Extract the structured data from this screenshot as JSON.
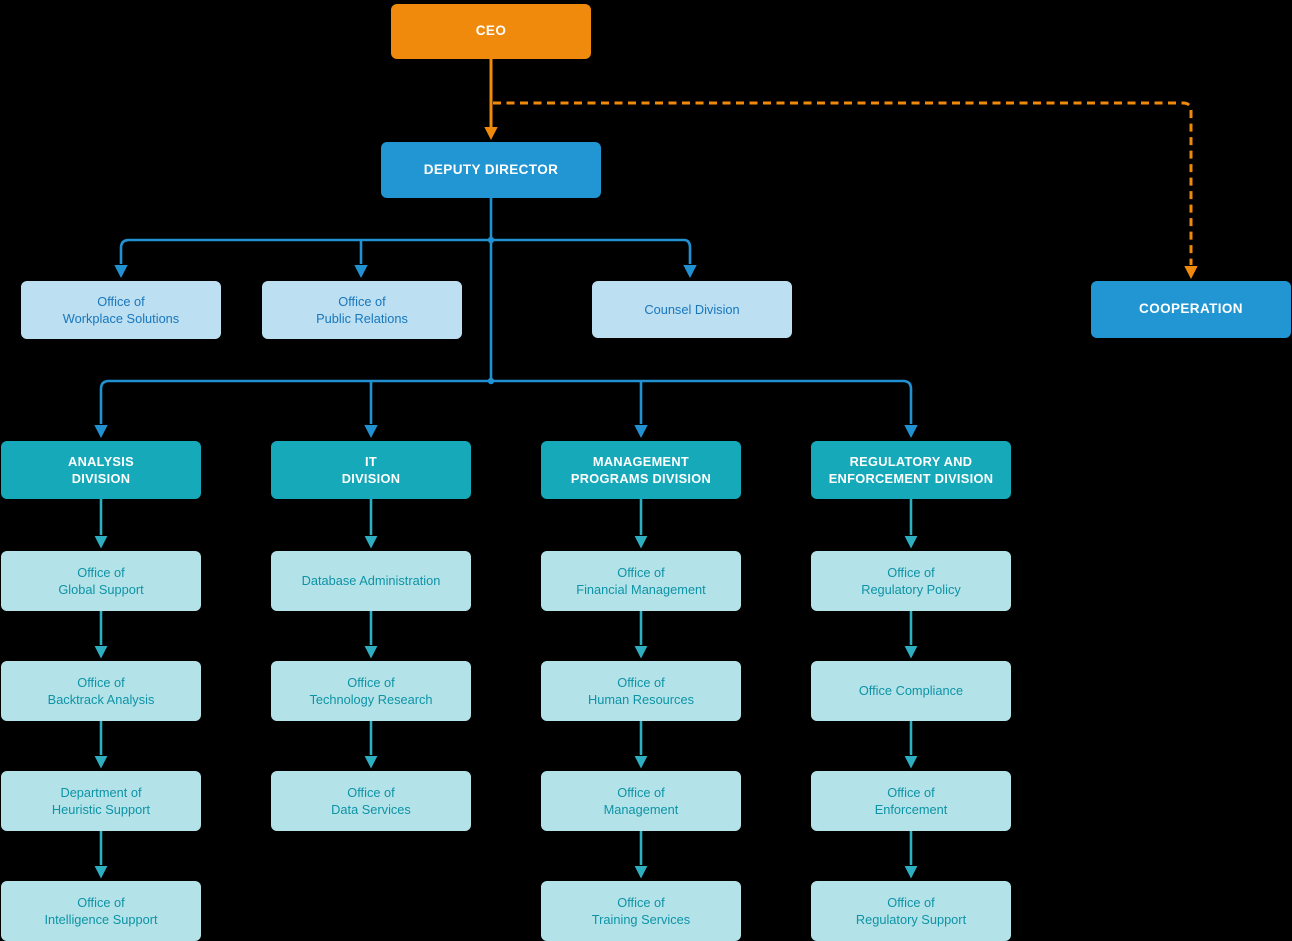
{
  "colors": {
    "background": "#000000",
    "ceo_orange": "#F08A0C",
    "executive_blue": "#2196D3",
    "staff_light_blue": "#BCDFF1",
    "staff_text_blue": "#1877BD",
    "division_teal": "#15A9BA",
    "office_light_teal": "#B3E3E8",
    "office_text_teal": "#0E93A6",
    "connector_blue": "#2191D2",
    "connector_teal": "#2EAEC1"
  },
  "nodes": {
    "ceo": "CEO",
    "deputy_director": "DEPUTY DIRECTOR",
    "cooperation": "COOPERATION",
    "staff": [
      "Office of\nWorkplace Solutions",
      "Office of\nPublic Relations",
      "Counsel Division"
    ],
    "divisions": [
      {
        "title": "ANALYSIS\nDIVISION",
        "offices": [
          "Office of\nGlobal Support",
          "Office of\nBacktrack Analysis",
          "Department of\nHeuristic Support",
          "Office of\nIntelligence Support"
        ]
      },
      {
        "title": "IT\nDIVISION",
        "offices": [
          "Database Administration",
          "Office of\nTechnology Research",
          "Office of\nData Services"
        ]
      },
      {
        "title": "MANAGEMENT\nPROGRAMS DIVISION",
        "offices": [
          "Office of\nFinancial Management",
          "Office of\nHuman Resources",
          "Office of\nManagement",
          "Office of\nTraining Services"
        ]
      },
      {
        "title": "REGULATORY AND\nENFORCEMENT DIVISION",
        "offices": [
          "Office of\nRegulatory Policy",
          "Office Compliance",
          "Office of\nEnforcement",
          "Office of\nRegulatory Support"
        ]
      }
    ]
  }
}
